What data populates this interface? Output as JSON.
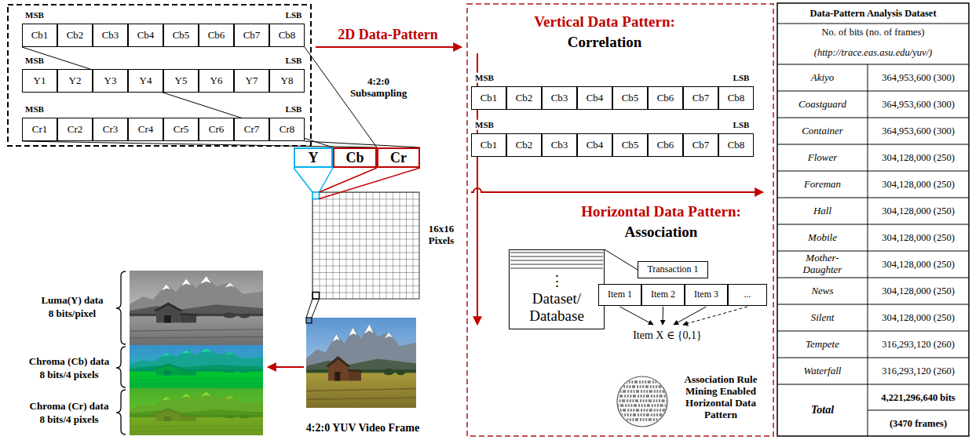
{
  "diagram": {
    "nodes": [
      {
        "text": [
          "Cb1"
        ]
      },
      {
        "text": [
          "Cb2"
        ]
      },
      {
        "text": [
          "Cb3"
        ]
      },
      {
        "text": [
          "Cb4"
        ]
      },
      {
        "text": [
          "Cb5"
        ]
      },
      {
        "text": [
          "Cb6"
        ]
      },
      {
        "text": [
          "Cb7"
        ]
      },
      {
        "text": [
          "Cb8"
        ]
      },
      {
        "text": [
          "Y1"
        ]
      },
      {
        "text": [
          "Y2"
        ]
      },
      {
        "text": [
          "Y3"
        ]
      },
      {
        "text": [
          "Y4"
        ]
      },
      {
        "text": [
          "Y5"
        ]
      },
      {
        "text": [
          "Y6"
        ]
      },
      {
        "text": [
          "Y7"
        ]
      },
      {
        "text": [
          "Y8"
        ]
      },
      {
        "text": [
          "Cr1"
        ]
      },
      {
        "text": [
          "Cr2"
        ]
      },
      {
        "text": [
          "Cr3"
        ]
      },
      {
        "text": [
          "Cr4"
        ]
      },
      {
        "text": [
          "Cr5"
        ]
      },
      {
        "text": [
          "Cr6"
        ]
      },
      {
        "text": [
          "Cr7"
        ]
      },
      {
        "text": [
          "Cr8"
        ]
      },
      {
        "text": [
          "Y"
        ]
      },
      {
        "text": [
          "Cb"
        ]
      },
      {
        "text": [
          "Cr"
        ]
      },
      {
        "text": [
          "Cb1"
        ]
      },
      {
        "text": [
          "Cb2"
        ]
      },
      {
        "text": [
          "Cb3"
        ]
      },
      {
        "text": [
          "Cb4"
        ]
      },
      {
        "text": [
          "Cb5"
        ]
      },
      {
        "text": [
          "Cb6"
        ]
      },
      {
        "text": [
          "Cb7"
        ]
      },
      {
        "text": [
          "Cb8"
        ]
      },
      {
        "text": [
          "Cb1"
        ]
      },
      {
        "text": [
          "Cb2"
        ]
      },
      {
        "text": [
          "Cb3"
        ]
      },
      {
        "text": [
          "Cb4"
        ]
      },
      {
        "text": [
          "Cb5"
        ]
      },
      {
        "text": [
          "Cb6"
        ]
      },
      {
        "text": [
          "Cb7"
        ]
      },
      {
        "text": [
          "Cb8"
        ]
      },
      {
        "text": [
          "⋮",
          "Dataset/ Database"
        ]
      },
      {
        "text": [
          "Transaction 1"
        ]
      },
      {
        "text": [
          "Item 1"
        ]
      },
      {
        "text": [
          "Item 2"
        ]
      },
      {
        "text": [
          "Item 3"
        ]
      },
      {
        "text": [
          "..."
        ]
      }
    ],
    "edges": [
      {
        "from": 0,
        "to": 25,
        "arrow": "none"
      },
      {
        "from": 7,
        "to": 25,
        "arrow": "none"
      },
      {
        "from": 16,
        "to": 26,
        "arrow": "none"
      },
      {
        "from": 23,
        "to": 26,
        "arrow": "none"
      },
      {
        "from": 43,
        "to": 44,
        "arrow": "none"
      }
    ],
    "labels": [
      "MSB",
      "LSB",
      "MSB",
      "LSB",
      "MSB",
      "LSB",
      "2D Data-Pattern",
      "4:2:0 Subsampling",
      "16x16 Pixels",
      "Luma(Y) data",
      "8 bits/pixel",
      "Chroma (Cb) data",
      "8 bits/4 pixels",
      "Chroma (Cr) data",
      "8 bits/4 pixels",
      "4:2:0 YUV Video Frame",
      "Vertical Data Pattern:",
      "Correlation",
      "MSB",
      "LSB",
      "MSB",
      "LSB",
      "Horizontal Data Pattern:",
      "Association",
      "Item X ∈ {0,1}",
      "Association Rule Mining Enabled Horizontal Data Pattern",
      "Data-Pattern Analysis Dataset",
      "No. of bits (no. of frames)",
      "(http://trace.eas.asu.edu/yuv/)",
      "Akiyo",
      "364,953,600 (300)",
      "Coastguard",
      "364,953,600 (300)",
      "Container",
      "364,953,600 (300)",
      "Flower",
      "304,128,000 (250)",
      "Foreman",
      "304,128,000 (250)",
      "Hall",
      "304,128,000 (250)",
      "Mobile",
      "304,128,000 (250)",
      "Mother-Daughter",
      "304,128,000 (250)",
      "News",
      "304,128,000 (250)",
      "Silent",
      "304,128,000 (250)",
      "Tempete",
      "316,293,120 (260)",
      "Waterfall",
      "316,293,120 (260)",
      "Total",
      "4,221,296,640 bits",
      "(3470 frames)"
    ]
  }
}
